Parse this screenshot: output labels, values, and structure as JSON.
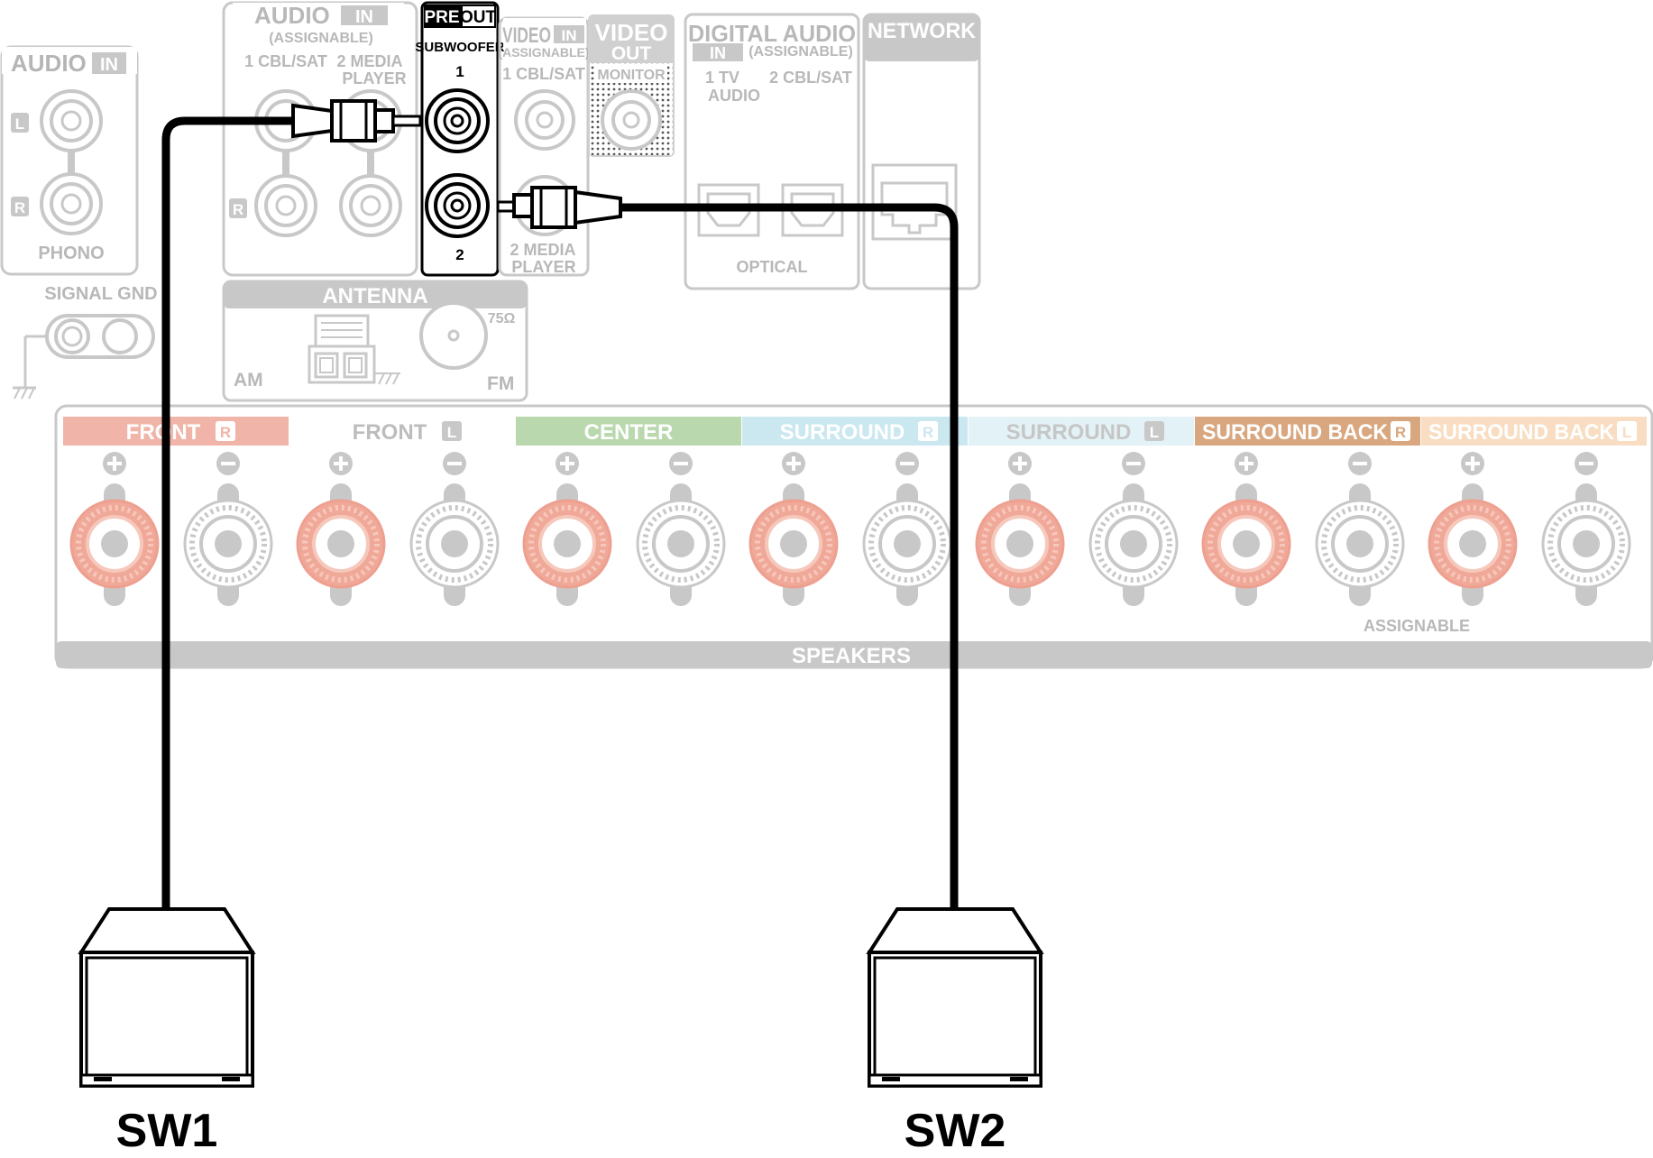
{
  "panel": {
    "audio_in_left": {
      "heading": "AUDIO",
      "badge": "IN",
      "l_marker": "L",
      "r_marker": "R",
      "footer": "PHONO"
    },
    "signal_gnd": "SIGNAL GND",
    "audio_in_assignable": {
      "heading": "AUDIO",
      "badge": "IN",
      "subtitle": "(ASSIGNABLE)",
      "input1": "1 CBL/SAT",
      "input2_line1": "2  MEDIA",
      "input2_line2": "PLAYER",
      "r_marker": "R"
    },
    "pre_out": {
      "heading_a": "PRE",
      "heading_b": "OUT",
      "subtitle": "SUBWOOFER",
      "jack1": "1",
      "jack2": "2"
    },
    "video_in": {
      "heading": "VIDEO",
      "badge": "IN",
      "subtitle": "(ASSIGNABLE)",
      "top_label": "1 CBL/SAT",
      "bottom_line1": "2 MEDIA",
      "bottom_line2": "PLAYER"
    },
    "video_out": {
      "heading": "VIDEO",
      "badge": "OUT",
      "jack_label": "MONITOR"
    },
    "digital_audio": {
      "heading": "DIGITAL AUDIO",
      "badge": "IN",
      "subtitle": "(ASSIGNABLE)",
      "input1_line1": "1   TV",
      "input1_line2": "AUDIO",
      "input2": "2 CBL/SAT",
      "footer": "OPTICAL"
    },
    "network": {
      "heading": "NETWORK"
    },
    "antenna": {
      "heading": "ANTENNA",
      "am": "AM",
      "fm": "FM",
      "ohms": "75Ω"
    },
    "speakers": {
      "footer": "SPEAKERS",
      "assignable": "ASSIGNABLE",
      "channels": [
        {
          "name": "FRONT",
          "side": "R",
          "bg": "#f0b5a8",
          "text": "#ffffff",
          "ring": "#f0a898"
        },
        {
          "name": "FRONT",
          "side": "L",
          "bg": "#ffffff",
          "text": "#bdbdbd",
          "ring": "#f0a898"
        },
        {
          "name": "CENTER",
          "side": "",
          "bg": "#b9d8ae",
          "text": "#ffffff",
          "ring": "#f0a898"
        },
        {
          "name": "SURROUND",
          "side": "R",
          "bg": "#cbe8f0",
          "text": "#ffffff",
          "ring": "#f0a898"
        },
        {
          "name": "SURROUND",
          "side": "L",
          "bg": "#e3f2f6",
          "text": "#c6c6c6",
          "ring": "#f0a898"
        },
        {
          "name": "SURROUND BACK",
          "side": "R",
          "bg": "#d9a77f",
          "text": "#ffffff",
          "ring": "#f0a898"
        },
        {
          "name": "SURROUND BACK",
          "side": "L",
          "bg": "#f8ddc2",
          "text": "#ffffff",
          "ring": "#f0a898"
        }
      ]
    }
  },
  "subwoofers": {
    "sw1": "SW1",
    "sw2": "SW2"
  },
  "colors": {
    "panel_gray": "#c8c8c8",
    "label_gray": "#b8b8b8",
    "cable": "#000000",
    "plus_terminal": "#f0a898"
  }
}
